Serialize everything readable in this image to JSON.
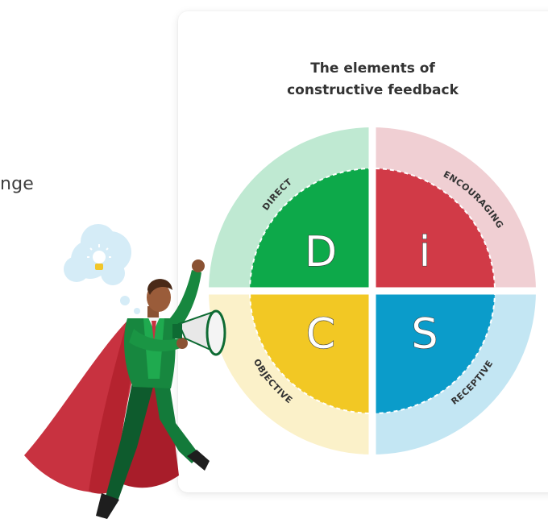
{
  "page_text_fragment": "nge",
  "card": {
    "title_line1": "The elements of",
    "title_line2": "constructive feedback"
  },
  "diagram": {
    "quadrants": [
      {
        "letter": "D",
        "ring_label": "DIRECT",
        "color": "#0da94a",
        "ring_color": "#bfe9d2"
      },
      {
        "letter": "i",
        "ring_label": "ENCOURAGING",
        "color": "#d13a47",
        "ring_color": "#f0cfd3"
      },
      {
        "letter": "C",
        "ring_label": "OBJECTIVE",
        "color": "#f2c824",
        "ring_color": "#fbf1c9"
      },
      {
        "letter": "S",
        "ring_label": "RECEPTIVE",
        "color": "#0b9cca",
        "ring_color": "#c3e6f3"
      }
    ]
  },
  "illustration": {
    "subject": "superhero-with-megaphone",
    "thought_bubble_icon": "lightbulb-icon"
  }
}
